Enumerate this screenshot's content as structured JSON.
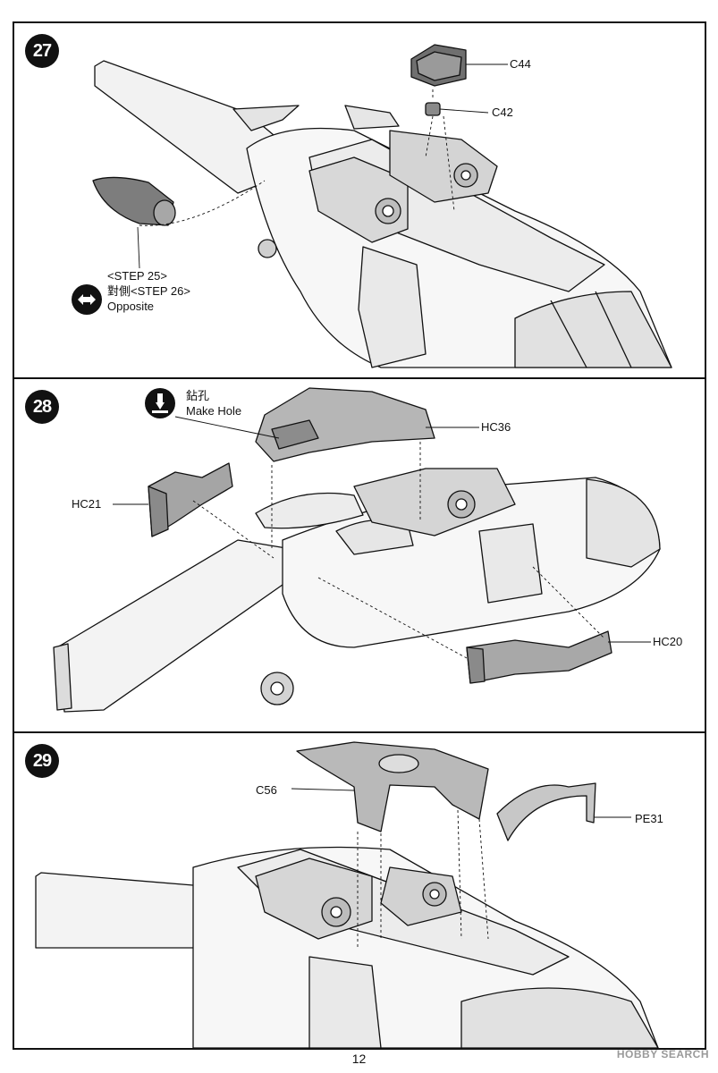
{
  "steps": [
    {
      "number": "27",
      "parts": [
        "C44",
        "C42"
      ],
      "note": {
        "line1": "<STEP 25>",
        "line2": "對側<STEP 26>",
        "line3": "Opposite"
      },
      "icon": "double-arrow-icon"
    },
    {
      "number": "28",
      "instruction": {
        "chinese": "鉆孔",
        "english": "Make Hole"
      },
      "icon": "drill-hole-icon",
      "parts": [
        "HC36",
        "HC21",
        "HC20"
      ]
    },
    {
      "number": "29",
      "parts": [
        "C56",
        "PE31"
      ]
    }
  ],
  "page_number": "12",
  "watermark": "HOBBY SEARCH"
}
